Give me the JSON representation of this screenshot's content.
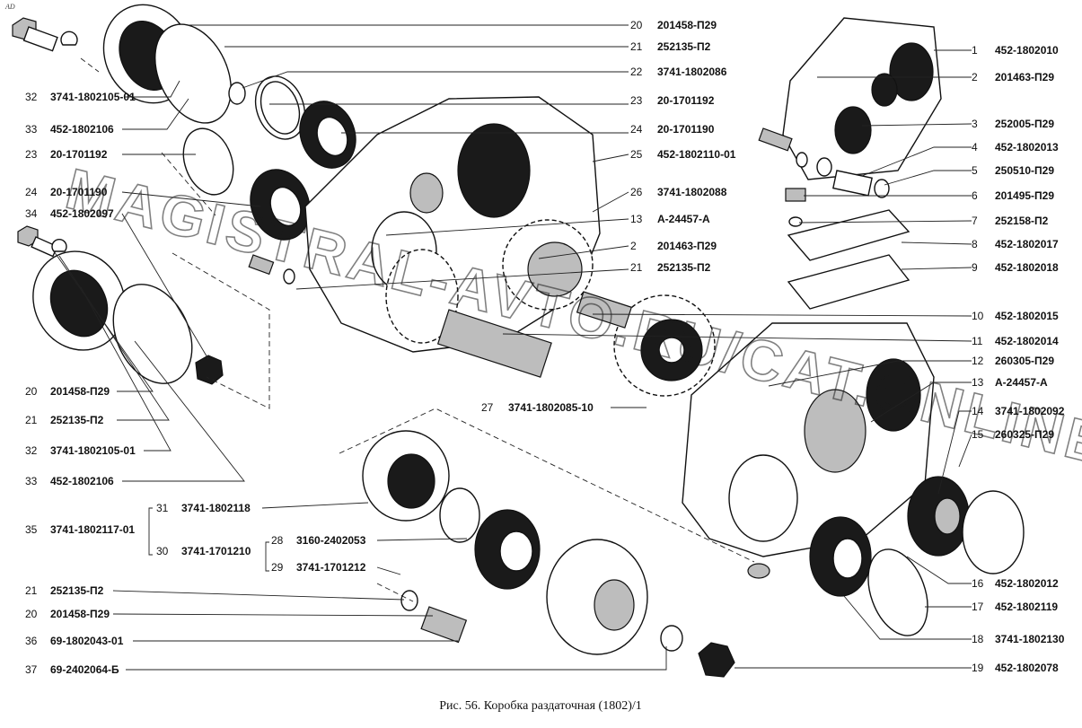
{
  "corner_mark": "AD",
  "caption": "Рис. 56. Коробка раздаточная (1802)/1",
  "watermark": "MAGISTRAL-AVTO.RU/CAT.ONLINE",
  "callouts_left": [
    {
      "num": "32",
      "code": "3741-1802105-01"
    },
    {
      "num": "33",
      "code": "452-1802106"
    },
    {
      "num": "23",
      "code": "20-1701192"
    },
    {
      "num": "24",
      "code": "20-1701190"
    },
    {
      "num": "34",
      "code": "452-1802097"
    },
    {
      "num": "20",
      "code": "201458-П29"
    },
    {
      "num": "21",
      "code": "252135-П2"
    },
    {
      "num": "32",
      "code": "3741-1802105-01"
    },
    {
      "num": "33",
      "code": "452-1802106"
    },
    {
      "num": "35",
      "code": "3741-1802117-01"
    },
    {
      "num": "21",
      "code": "252135-П2"
    },
    {
      "num": "20",
      "code": "201458-П29"
    },
    {
      "num": "36",
      "code": "69-1802043-01"
    },
    {
      "num": "37",
      "code": "69-2402064-Б"
    }
  ],
  "callouts_center": [
    {
      "num": "20",
      "code": "201458-П29"
    },
    {
      "num": "21",
      "code": "252135-П2"
    },
    {
      "num": "22",
      "code": "3741-1802086"
    },
    {
      "num": "23",
      "code": "20-1701192"
    },
    {
      "num": "24",
      "code": "20-1701190"
    },
    {
      "num": "25",
      "code": "452-1802110-01"
    },
    {
      "num": "26",
      "code": "3741-1802088"
    },
    {
      "num": "13",
      "code": "А-24457-А"
    },
    {
      "num": "2",
      "code": "201463-П29"
    },
    {
      "num": "21",
      "code": "252135-П2"
    },
    {
      "num": "27",
      "code": "3741-1802085-10"
    }
  ],
  "callouts_group": [
    {
      "num": "31",
      "code": "3741-1802118"
    },
    {
      "num": "30",
      "code": "3741-1701210"
    },
    {
      "num": "28",
      "code": "3160-2402053"
    },
    {
      "num": "29",
      "code": "3741-1701212"
    }
  ],
  "callouts_right": [
    {
      "num": "1",
      "code": "452-1802010"
    },
    {
      "num": "2",
      "code": "201463-П29"
    },
    {
      "num": "3",
      "code": "252005-П29"
    },
    {
      "num": "4",
      "code": "452-1802013"
    },
    {
      "num": "5",
      "code": "250510-П29"
    },
    {
      "num": "6",
      "code": "201495-П29"
    },
    {
      "num": "7",
      "code": "252158-П2"
    },
    {
      "num": "8",
      "code": "452-1802017"
    },
    {
      "num": "9",
      "code": "452-1802018"
    },
    {
      "num": "10",
      "code": "452-1802015"
    },
    {
      "num": "11",
      "code": "452-1802014"
    },
    {
      "num": "12",
      "code": "260305-П29"
    },
    {
      "num": "13",
      "code": "А-24457-А"
    },
    {
      "num": "14",
      "code": "3741-1802092"
    },
    {
      "num": "15",
      "code": "260325-П29"
    },
    {
      "num": "16",
      "code": "452-1802012"
    },
    {
      "num": "17",
      "code": "452-1802119"
    },
    {
      "num": "18",
      "code": "3741-1802130"
    },
    {
      "num": "19",
      "code": "452-1802078"
    }
  ]
}
